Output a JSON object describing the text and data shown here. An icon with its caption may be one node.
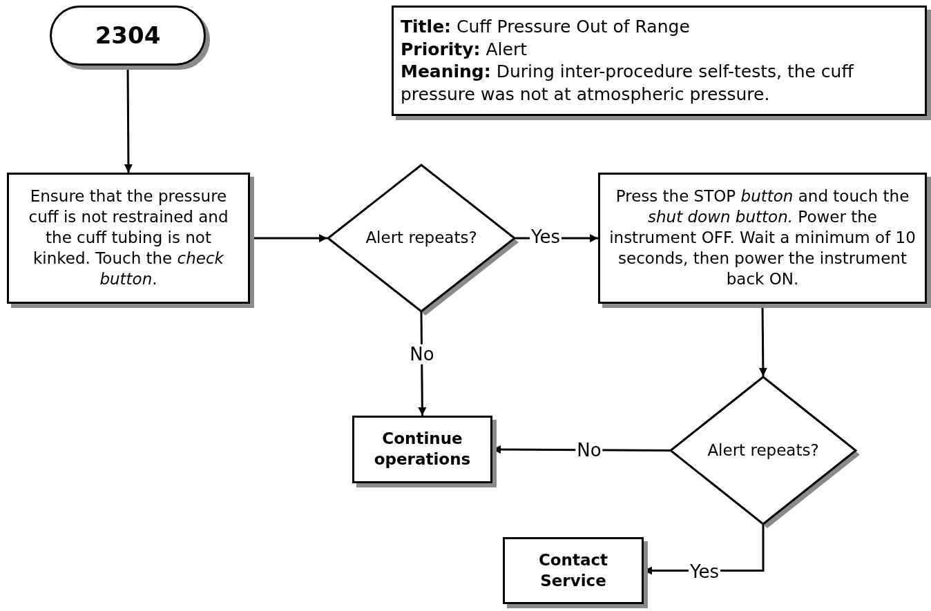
{
  "diagram": {
    "nodes": [
      {
        "text": [
          "2304"
        ]
      },
      {
        "text": [
          "**Title:**  Cuff Pressure Out of Range",
          "**Priority:**  Alert",
          "**Meaning:**  During inter-procedure self-tests, the cuff pressure was not at atmospheric pressure."
        ]
      },
      {
        "text": [
          "Ensure that the pressure cuff is not restrained and the cuff tubing is not kinked. Touch the *check button*."
        ]
      },
      {
        "text": [
          "Alert repeats?"
        ]
      },
      {
        "text": [
          "Press the STOP *button* and touch the *shut down button.*  Power the instrument OFF.  Wait a minimum of 10 seconds, then power the instrument back ON."
        ]
      },
      {
        "text": [
          "Continue operations"
        ]
      },
      {
        "text": [
          "Alert repeats?"
        ]
      },
      {
        "text": [
          "Contact Service"
        ]
      }
    ],
    "edges": [
      {
        "from": 0,
        "to": 2,
        "arrow": "to"
      },
      {
        "from": 2,
        "to": 3,
        "arrow": "to"
      },
      {
        "from": 3,
        "to": 4,
        "arrow": "to",
        "label": "Yes"
      },
      {
        "from": 3,
        "to": 5,
        "arrow": "to",
        "label": "No"
      },
      {
        "from": 4,
        "to": 6,
        "arrow": "to"
      },
      {
        "from": 6,
        "to": 5,
        "arrow": "to",
        "label": "No"
      },
      {
        "from": 6,
        "to": 7,
        "arrow": "to",
        "label": "Yes"
      }
    ]
  }
}
